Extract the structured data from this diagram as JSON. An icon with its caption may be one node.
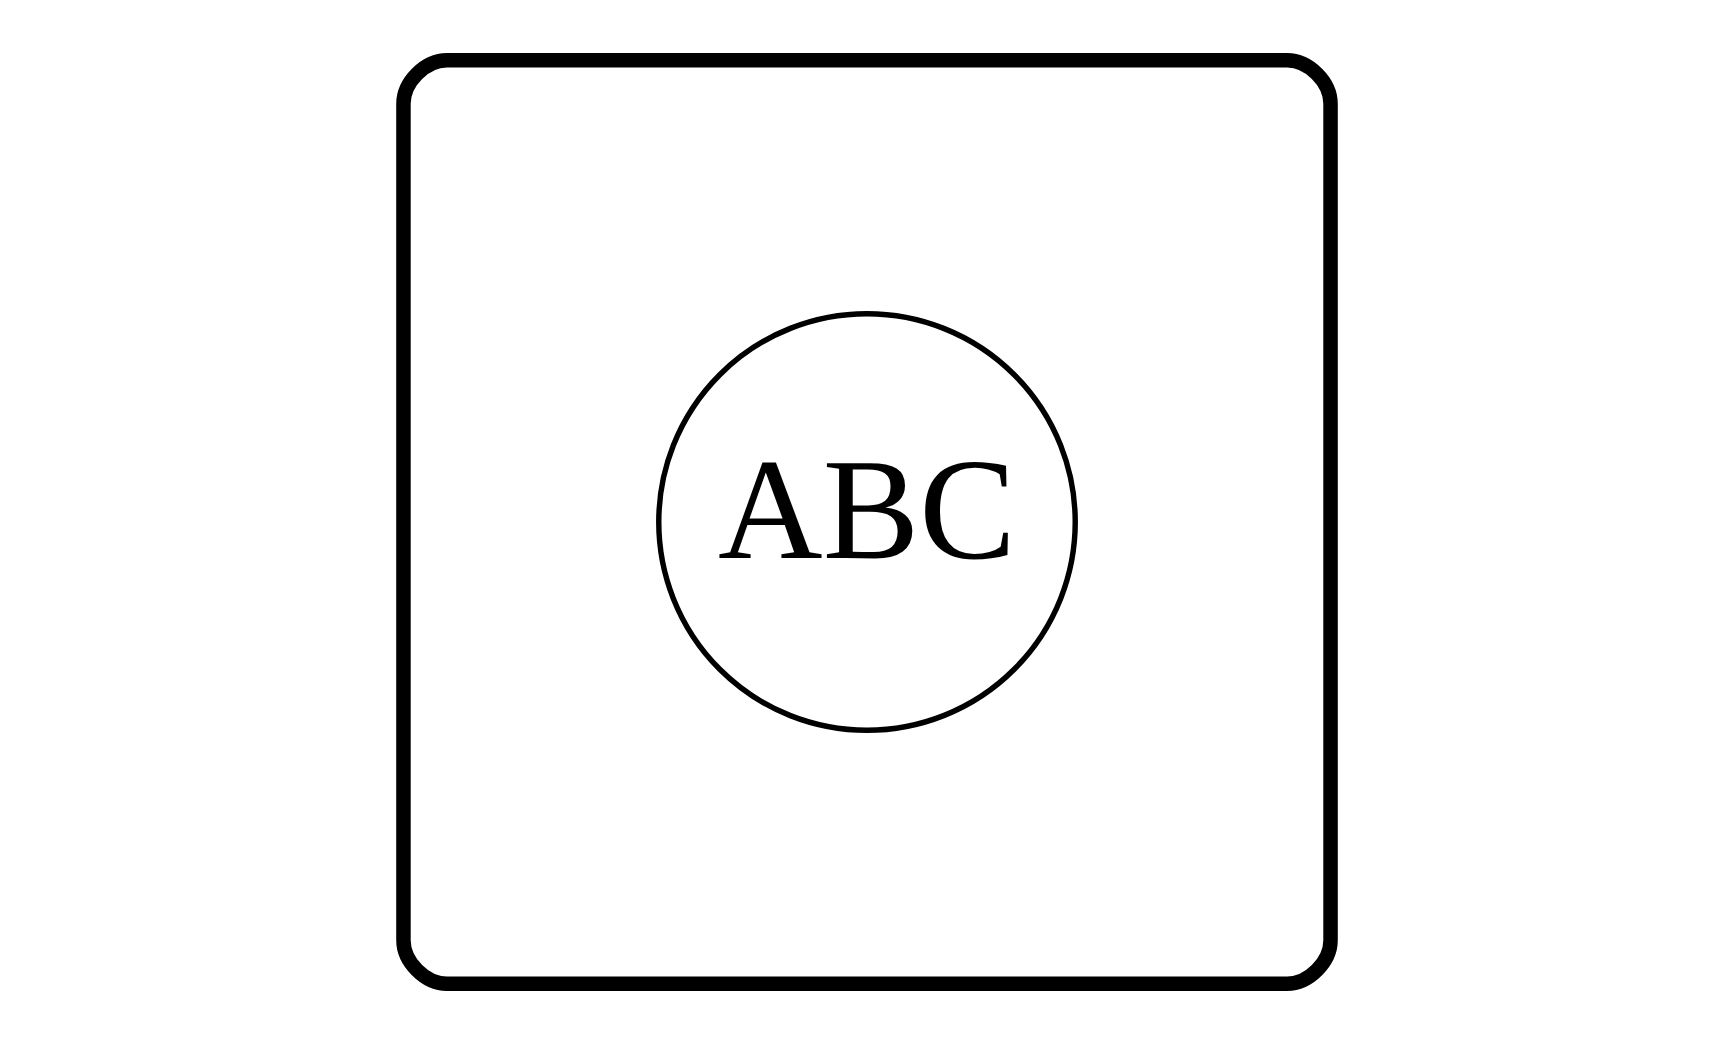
{
  "diagram": {
    "nodes": [
      {
        "text": [],
        "shape": "box"
      },
      {
        "text": [
          "ABC"
        ],
        "in": 0
      }
    ]
  }
}
